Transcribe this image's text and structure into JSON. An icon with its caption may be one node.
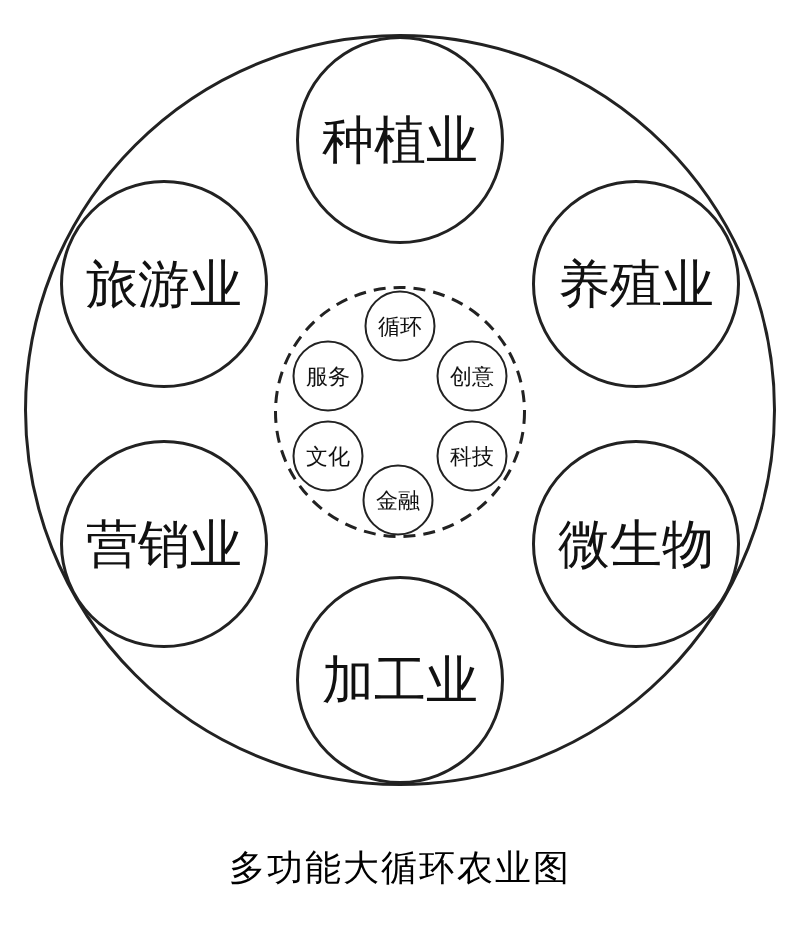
{
  "diagram": {
    "caption": "多功能大循环农业图",
    "nodes": [
      {
        "text": [],
        "shape": "circle"
      },
      {
        "text": [
          "种植业"
        ],
        "in": 0
      },
      {
        "text": [
          "旅游业"
        ],
        "in": 0
      },
      {
        "text": [
          "养殖业"
        ],
        "in": 0
      },
      {
        "text": [
          "营销业"
        ],
        "in": 0
      },
      {
        "text": [
          "微生物"
        ],
        "in": 0
      },
      {
        "text": [
          "加工业"
        ],
        "in": 0
      },
      {
        "text": [],
        "shape": "circle",
        "in": 0
      },
      {
        "text": [
          "循环"
        ],
        "in": 7
      },
      {
        "text": [
          "服务"
        ],
        "in": 7
      },
      {
        "text": [
          "创意"
        ],
        "in": 7
      },
      {
        "text": [
          "文化"
        ],
        "in": 7
      },
      {
        "text": [
          "科技"
        ],
        "in": 7
      },
      {
        "text": [
          "金融"
        ],
        "in": 7
      }
    ]
  }
}
